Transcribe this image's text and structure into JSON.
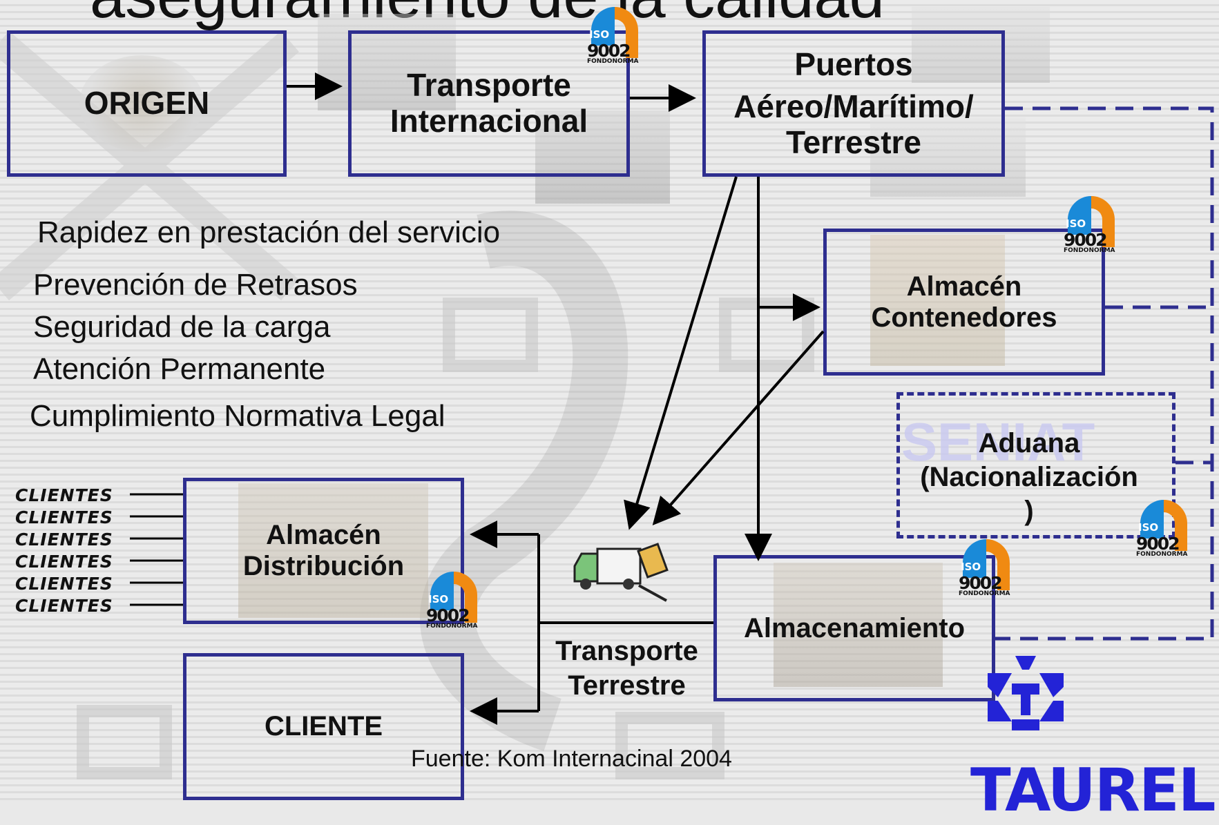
{
  "slide": {
    "title": "aseguramiento de la calidad"
  },
  "boxes": {
    "origen": "ORIGEN",
    "transporte_internacional": "Transporte\nInternacional",
    "puertos_title": "Puertos",
    "puertos_sub": "Aéreo/Marítimo/\nTerrestre",
    "almacen_contenedores": "Almacén\nContenedores",
    "aduana": "Aduana\n(Nacionalización\n)",
    "almacen_distribucion": "Almacén\nDistribución",
    "almacenamiento": "Almacenamiento",
    "cliente": "CLIENTE",
    "transporte_terrestre": "Transporte\nTerrestre"
  },
  "bullets": [
    "Rapidez en prestación del servicio",
    "Prevención de Retrasos",
    "Seguridad de la carga",
    "Atención Permanente",
    "Cumplimiento Normativa Legal"
  ],
  "clientes": [
    "CLIENTES",
    "CLIENTES",
    "CLIENTES",
    "CLIENTES",
    "CLIENTES",
    "CLIENTES"
  ],
  "iso_badge": {
    "top": "ISO",
    "number": "9002",
    "org": "FONDONORMA"
  },
  "senat_watermark": "SENIAT",
  "source": "Fuente: Kom Internacinal 2004",
  "logo": "TAUREL",
  "colors": {
    "box_border": "#2e2e8f",
    "iso_blue": "#1a8ad8",
    "iso_orange": "#f08a12",
    "logo_blue": "#2323d6"
  }
}
